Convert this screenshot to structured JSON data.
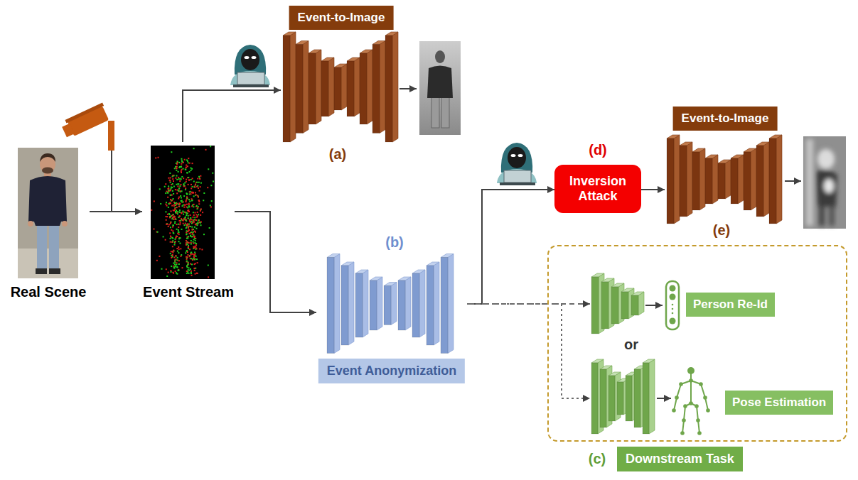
{
  "diagram": {
    "nodes": [
      {
        "text": [
          "Real Scene"
        ]
      },
      {
        "text": [
          "Event Stream"
        ]
      },
      {
        "text": [
          "Event-to-Image",
          "(a)"
        ]
      },
      {
        "text": [
          "(b)",
          "Event Anonymization"
        ]
      },
      {
        "text": [
          "(d)",
          "Inversion Attack"
        ]
      },
      {
        "text": [
          "Event-to-Image",
          "(e)"
        ]
      },
      {
        "text": [
          "(c)",
          "Downstream Task"
        ]
      },
      {
        "text": [
          "Person Re-Id"
        ],
        "in": 6
      },
      {
        "text": [
          "Pose Estimation"
        ],
        "in": 6
      }
    ],
    "edges": [
      {
        "from": 0,
        "to": 1,
        "arrow": "to"
      },
      {
        "from": 1,
        "to": 2,
        "arrow": "to"
      },
      {
        "from": 1,
        "to": 3,
        "arrow": "to"
      },
      {
        "from": 3,
        "to": 4,
        "arrow": "to"
      },
      {
        "from": 3,
        "to": 7,
        "arrow": "to"
      },
      {
        "from": 3,
        "to": 8,
        "arrow": "to"
      },
      {
        "from": 4,
        "to": 5,
        "arrow": "to"
      }
    ],
    "labels": [
      "or"
    ]
  }
}
